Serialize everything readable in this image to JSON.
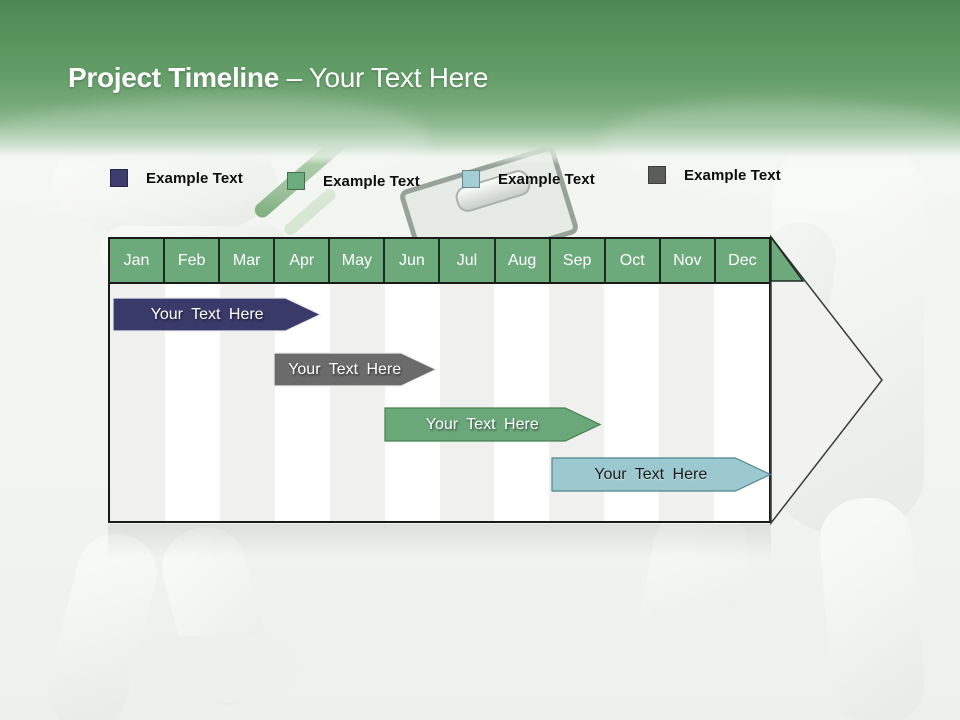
{
  "slide": {
    "title_bold": "Project Timeline",
    "title_rest": " – Your Text Here",
    "background": "#F1F5F0",
    "header_gradient_top": "#4C8853",
    "header_gradient_mid": "#74A877"
  },
  "legend": {
    "items": [
      {
        "label": "Example Text",
        "color": "#3C3C6E"
      },
      {
        "label": "Example Text",
        "color": "#6CAB7D"
      },
      {
        "label": "Example Text",
        "color": "#A3CED4"
      },
      {
        "label": "Example Text",
        "color": "#5C5C5C"
      }
    ]
  },
  "chart_data": {
    "type": "gantt",
    "title": "Project Timeline – Your Text Here",
    "months": [
      "Jan",
      "Feb",
      "Mar",
      "Apr",
      "May",
      "Jun",
      "Jul",
      "Aug",
      "Sep",
      "Oct",
      "Nov",
      "Dec"
    ],
    "header_color": "#6CAA7C",
    "header_border_color": "#1E2B1E",
    "column_colors": {
      "odd": "#F0F0EE",
      "even": "#FFFFFF"
    },
    "arrow_fill": "#F2F2F0",
    "arrow_stroke": "#3A3A3A",
    "bars": [
      {
        "label": "Your Text Here",
        "series": "dark-blue",
        "color": "#3A3A6A",
        "stroke": "#E9E9F0",
        "text_color": "light",
        "start_month": 0.08,
        "end_month": 3.87,
        "row": 0
      },
      {
        "label": "Your Text Here",
        "series": "gray",
        "color": "#6B6B6B",
        "stroke": "#EDEDED",
        "text_color": "light",
        "start_month": 2.98,
        "end_month": 5.95,
        "row": 1
      },
      {
        "label": "Your Text Here",
        "series": "green",
        "color": "#6AA87A",
        "stroke": "#47804F",
        "text_color": "light",
        "start_month": 4.99,
        "end_month": 8.92,
        "row": 2
      },
      {
        "label": "Your Text Here",
        "series": "light-blue",
        "color": "#9CC9CF",
        "stroke": "#4F858C",
        "text_color": "dark",
        "start_month": 8.01,
        "end_month": 12.0,
        "row": 3
      }
    ]
  }
}
